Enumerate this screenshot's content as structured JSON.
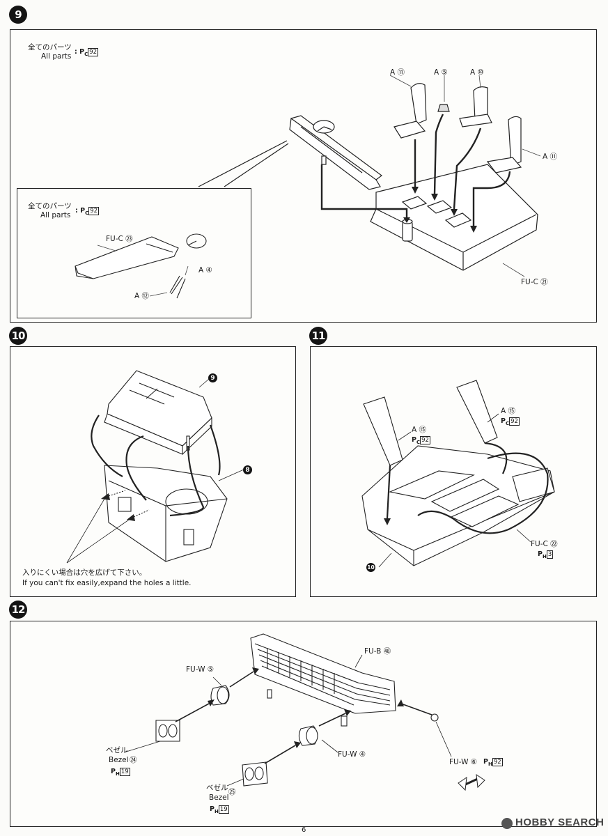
{
  "steps": {
    "s9": "9",
    "s10": "10",
    "s11": "11",
    "s12": "12"
  },
  "step9": {
    "all_parts_jp": "全てのパーツ",
    "all_parts_en": "All parts",
    "all_parts_ref_prefix": "P",
    "all_parts_ref_sub": "C",
    "all_parts_ref_num": "92",
    "detail_all_parts_jp": "全てのパーツ",
    "detail_all_parts_en": "All parts",
    "labels": {
      "a11_top": "A ⑪",
      "a5": "A ⑤",
      "a10": "A ⑩",
      "a11_right": "A ⑪",
      "fuc21": "FU-C ㉑",
      "fuc23": "FU-C ㉓",
      "a4": "A ④",
      "a12": "A ⑫"
    }
  },
  "step10": {
    "ref9": "9",
    "ref8": "8",
    "note_jp": "入りにくい場合は穴を広げて下さい。",
    "note_en": "If you can't fix easily,expand the holes a little."
  },
  "step11": {
    "a15_right": "A ⑮",
    "a15_left": "A ⑮",
    "pc_num": "92",
    "fuc22": "FU-C ㉒",
    "ph_num": "3",
    "ref10": "10"
  },
  "step12": {
    "fub68": "FU-B ㊽",
    "fuw5": "FU-W ⑤",
    "fuw4": "FU-W ④",
    "fuw6": "FU-W ⑥",
    "ph92": "92",
    "bezel_jp_1": "ベゼル",
    "bezel_en_1": "Bezel",
    "bezel_num_1": "㉔",
    "bezel_ph_1": "19",
    "bezel_jp_2": "ベゼル",
    "bezel_en_2": "Bezel",
    "bezel_num_2": "㉕",
    "bezel_ph_2": "19"
  },
  "footer": {
    "page_number": "6",
    "watermark": "HOBBY SEARCH"
  }
}
